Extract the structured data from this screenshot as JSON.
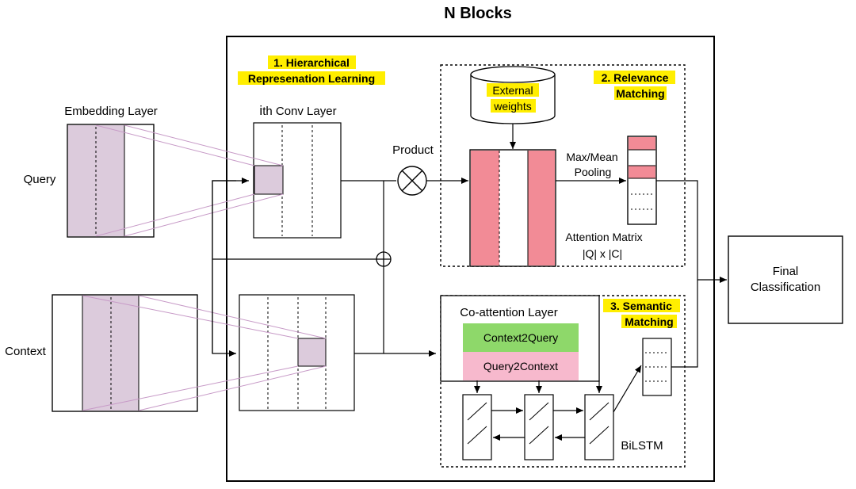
{
  "title": "N Blocks",
  "inputs": {
    "embedding_layer": "Embedding Layer",
    "query": "Query",
    "context": "Context"
  },
  "sections": {
    "hierarchical": [
      "1. Hierarchical",
      "Represenation Learning"
    ],
    "relevance": [
      "2. Relevance",
      "Matching"
    ],
    "semantic": [
      "3. Semantic",
      "Matching"
    ]
  },
  "conv": {
    "prefix": "i",
    "suffix": "th Conv Layer"
  },
  "product": "Product",
  "external_weights": [
    "External",
    "weights"
  ],
  "pooling": [
    "Max/Mean",
    "Pooling"
  ],
  "attention_matrix": [
    "Attention Matrix",
    "|Q| x |C|"
  ],
  "coattention": {
    "title": "Co-attention Layer",
    "context2query": "Context2Query",
    "query2context": "Query2Context"
  },
  "bilstm": "BiLSTM",
  "final": [
    "Final",
    "Classification"
  ],
  "colors": {
    "highlight": "#ffee00",
    "embedding_fill": "#dccbdc",
    "embedding_line": "#c79ac7",
    "attention_red": "#f28b96",
    "context2query_green": "#8ed86a",
    "query2context_pink": "#f7b9cd"
  }
}
